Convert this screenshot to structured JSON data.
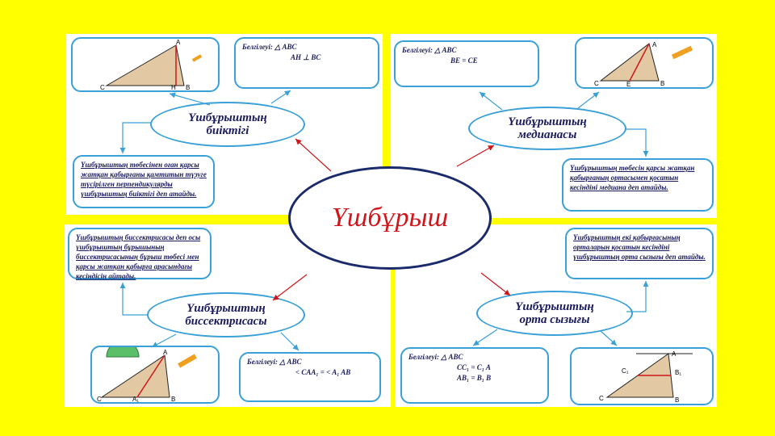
{
  "center": {
    "title": "Үшбұрыш"
  },
  "colors": {
    "background": "#ffff00",
    "accent_blue": "#3aa0d8",
    "arrow_red": "#d0161b",
    "triangle_fill": "#e3c9a3"
  },
  "top_left": {
    "oval": [
      "Үшбұрыштың",
      "биіктігі"
    ],
    "given": [
      "Белгілеуі:  △ ABC",
      "AH ⊥ BC"
    ],
    "note": "Үшбұрыштың төбесінен оған қарсы жатқан қабырғаны қамтитын түзуге түсірілген перпендикулярды үшбұрыштың биіктігі деп атайды.",
    "triangle_labels": {
      "a": "A",
      "b": "B",
      "c": "C",
      "h": "H"
    },
    "icons": [
      "triangle-figure",
      "pencil-icon"
    ]
  },
  "top_right": {
    "oval": [
      "Үшбұрыштың",
      "медианасы"
    ],
    "given": [
      "Белгілеуі:  △ ABC",
      "BE = CE"
    ],
    "note": "Үшбұрыштың төбесін қарсы жатқан қабырғаның ортасымен қосатын кесіндіні медиана деп атайды.",
    "triangle_labels": {
      "a": "A",
      "b": "B",
      "c": "C",
      "e": "E"
    },
    "icons": [
      "triangle-figure",
      "pencil-icon"
    ]
  },
  "bottom_left": {
    "oval": [
      "Үшбұрыштың",
      "биссектрисасы"
    ],
    "given": [
      "Белгілеуі:  △ ABC",
      "< CAA₁ = < A₁ AB"
    ],
    "note": "Үшбұрыштың биссектрисасы деп осы үшбұрыштың бұрышының биссектрисасының бұрыш төбесі мен қарсы жатқан қабырға арасындағы кесіндісін айтады.",
    "triangle_labels": {
      "a": "A",
      "b": "B",
      "c": "C",
      "a1": "A₁"
    },
    "icons": [
      "triangle-figure",
      "protractor-icon",
      "pencil-icon"
    ]
  },
  "bottom_right": {
    "oval": [
      "Үшбұрыштың",
      "орта сызығы"
    ],
    "given": [
      "Белгілеуі: △ ABC",
      "CC₁ = C₁ A",
      "AB₁ = B₁ B"
    ],
    "note": "Үшбұрыштың екі қабырғасының орталарын қосатын кесіндіні үшбұрыштың орта сызығы деп атайды.",
    "triangle_labels": {
      "a": "A",
      "b": "B",
      "c": "C",
      "c1": "C₁",
      "b1": "B₁"
    },
    "icons": [
      "triangle-figure"
    ]
  }
}
